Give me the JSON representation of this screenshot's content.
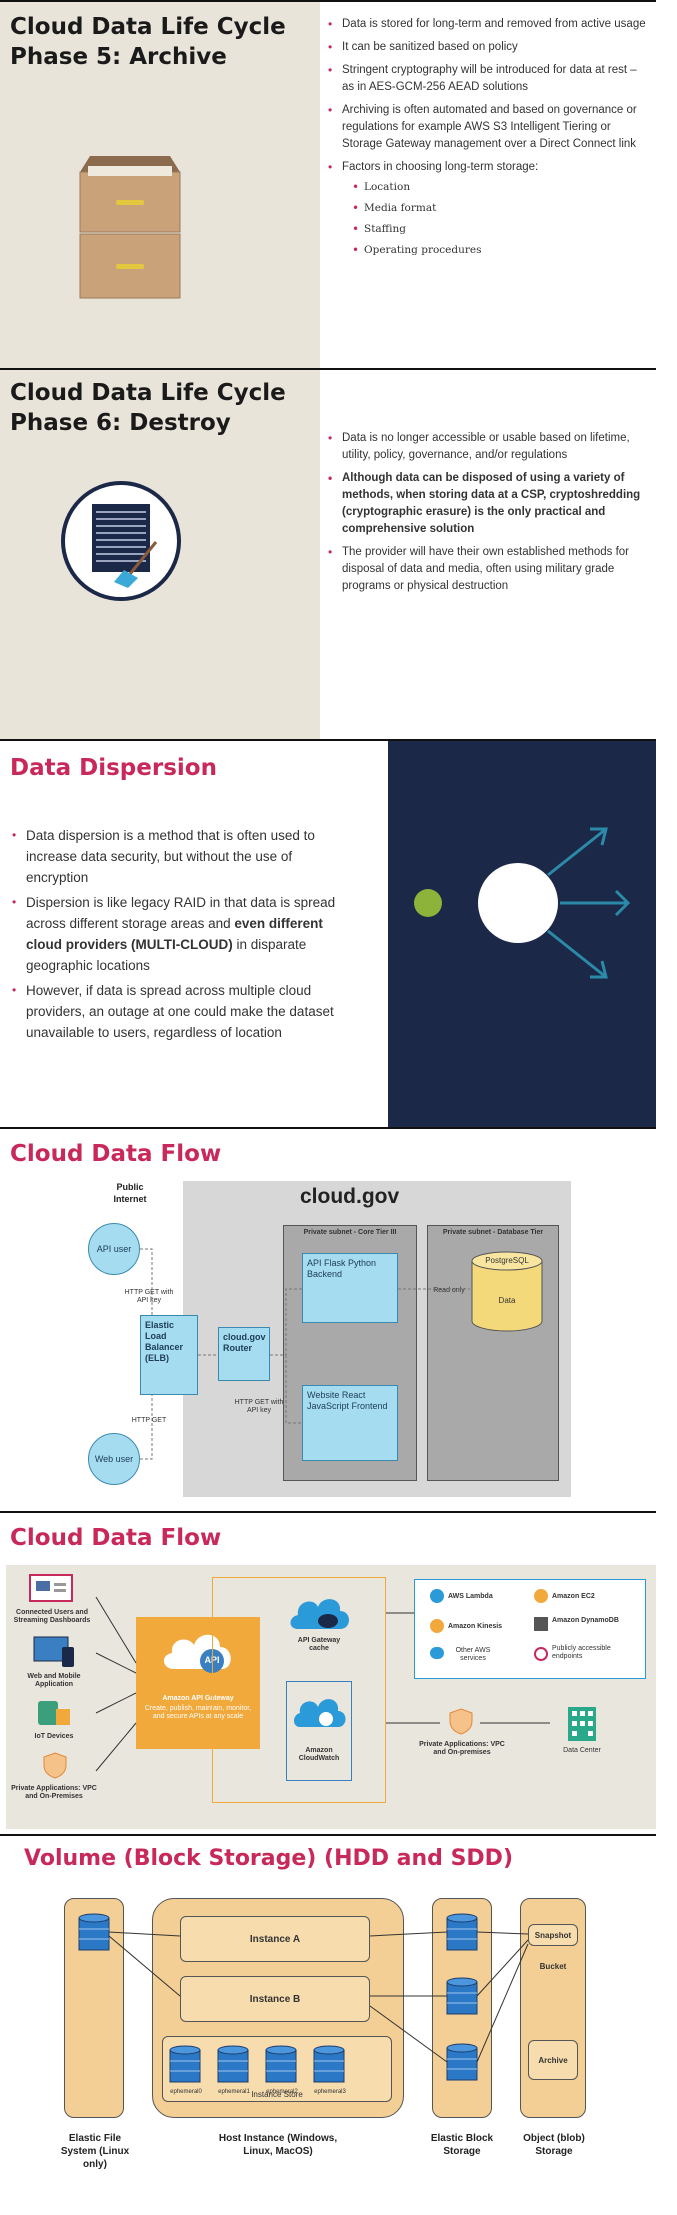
{
  "slide1": {
    "title_line1": "Cloud Data Life Cycle",
    "title_line2": "Phase 5: Archive",
    "icon": "archive-cabinet-icon",
    "bullets": [
      "Data is stored for long-term and removed from active usage",
      "It can be sanitized based on policy",
      "Stringent cryptography will be introduced for data at rest – as in AES-GCM-256 AEAD solutions",
      "Archiving is often automated and based on governance or regulations for example AWS S3 Intelligent Tiering or Storage Gateway management over a Direct Connect link",
      "Factors in choosing long-term storage:"
    ],
    "sub_bullets": [
      "Location",
      "Media format",
      "Staffing",
      "Operating procedures"
    ]
  },
  "slide2": {
    "title_line1": "Cloud Data Life Cycle",
    "title_line2": "Phase 6: Destroy",
    "icon": "server-broom-icon",
    "bullets": [
      "Data is no longer accessible or usable based on lifetime, utility, policy, governance, and/or regulations",
      "Although data can be disposed of using a variety of methods, when storing data at a CSP, cryptoshredding (cryptographic erasure) is the only practical and comprehensive solution",
      "The provider will have their own established methods for disposal of data and media, often using military grade programs or physical destruction"
    ]
  },
  "slide3": {
    "title": "Data Dispersion",
    "bullet1": "Data dispersion is a method that is often used to increase data security, but without the use of encryption",
    "bullet2_pre": "Dispersion is like legacy RAID in that data is spread across different storage areas and ",
    "bullet2_bold": "even different cloud providers (MULTI-CLOUD)",
    "bullet2_post": " in disparate geographic locations",
    "bullet3": "However, if data is spread across multiple cloud providers, an outage at one could make the dataset unavailable to users, regardless of location"
  },
  "slide4": {
    "title": "Cloud Data Flow",
    "public_internet": "Public Internet",
    "cloud_gov": "cloud.gov",
    "api_user": "API user",
    "web_user": "Web user",
    "http_get_key": "HTTP GET with API key",
    "http_get": "HTTP GET",
    "http_get_key2": "HTTP GET with API key",
    "elb": "Elastic Load Balancer (ELB)",
    "router": "cloud.gov Router",
    "core_tier": "Private subnet - Core Tier III",
    "db_tier": "Private subnet - Database Tier",
    "api_box": "API Flask Python Backend",
    "website_box": "Website React JavaScript Frontend",
    "read_only": "Read only",
    "postgres": "PostgreSQL",
    "data": "Data"
  },
  "slide5": {
    "title": "Cloud Data Flow",
    "connected_users": "Connected Users and Streaming Dashboards",
    "web_mobile": "Web and Mobile Application",
    "iot": "IoT Devices",
    "private_apps_left": "Private Applications: VPC and On-Premises",
    "api_badge": "API",
    "gateway_title": "Amazon API Gateway",
    "gateway_desc": "Create, publish, maintain, monitor, and secure APIs at any scale",
    "gateway_cache": "API Gateway cache",
    "cloudwatch": "Amazon CloudWatch",
    "lambda": "AWS Lambda",
    "ec2": "Amazon EC2",
    "kinesis": "Amazon Kinesis",
    "dynamodb": "Amazon DynamoDB",
    "other_aws": "Other AWS services",
    "public_endpoints": "Publicly accessible endpoints",
    "private_apps_right": "Private Applications: VPC and On-premises",
    "data_center": "Data Center"
  },
  "slide6": {
    "title": "Volume (Block Storage) (HDD and SDD)",
    "instance_a": "Instance A",
    "instance_b": "Instance B",
    "instance_store": "Instance Store",
    "ephemerals": [
      "ephemeral0",
      "ephemeral1",
      "ephemeral2",
      "ephemeral3"
    ],
    "snapshot": "Snapshot",
    "bucket": "Bucket",
    "archive": "Archive",
    "cap_efs": "Elastic File System (Linux only)",
    "cap_host": "Host Instance (Windows, Linux, MacOS)",
    "cap_ebs": "Elastic Block Storage",
    "cap_obj": "Object (blob) Storage"
  },
  "colors": {
    "accent_pink": "#c8285a",
    "navy": "#1c2848",
    "cabinet": "#c9a27a",
    "storage_orange": "#f3cf96",
    "aws_orange": "#f2a93b",
    "diagram_blue": "#a6dcef"
  }
}
